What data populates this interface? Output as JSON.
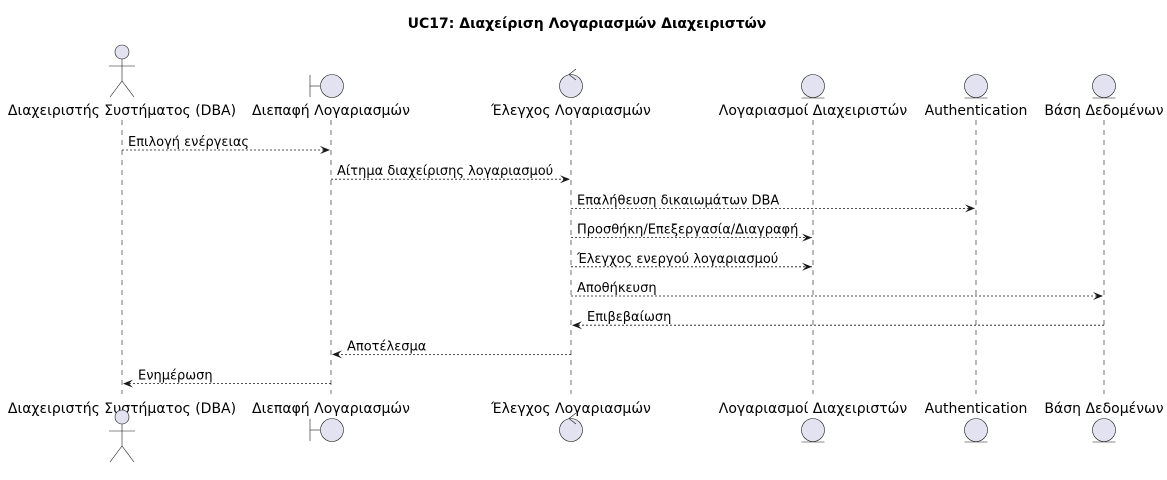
{
  "title": "UC17: Διαχείριση Λογαριασμών Διαχειριστών",
  "participants": [
    {
      "id": "dba",
      "kind": "actor",
      "label": "Διαχειριστής Συστήματος (DBA)"
    },
    {
      "id": "ui",
      "kind": "boundary",
      "label": "Διεπαφή Λογαριασμών"
    },
    {
      "id": "ctrl",
      "kind": "control",
      "label": "Έλεγχος Λογαριασμών"
    },
    {
      "id": "accounts",
      "kind": "entity",
      "label": "Λογαριασμοί Διαχειριστών"
    },
    {
      "id": "auth",
      "kind": "entity",
      "label": "Authentication"
    },
    {
      "id": "db",
      "kind": "entity",
      "label": "Βάση Δεδομένων"
    }
  ],
  "messages": [
    {
      "from": "dba",
      "to": "ui",
      "label": "Επιλογή ενέργειας"
    },
    {
      "from": "ui",
      "to": "ctrl",
      "label": "Αίτημα διαχείρισης λογαριασμού"
    },
    {
      "from": "ctrl",
      "to": "auth",
      "label": "Επαλήθευση δικαιωμάτων DBA"
    },
    {
      "from": "ctrl",
      "to": "accounts",
      "label": "Προσθήκη/Επεξεργασία/Διαγραφή"
    },
    {
      "from": "ctrl",
      "to": "accounts",
      "label": "Έλεγχος ενεργού λογαριασμού"
    },
    {
      "from": "ctrl",
      "to": "db",
      "label": "Αποθήκευση"
    },
    {
      "from": "db",
      "to": "ctrl",
      "label": "Επιβεβαίωση"
    },
    {
      "from": "ctrl",
      "to": "ui",
      "label": "Αποτέλεσμα"
    },
    {
      "from": "ui",
      "to": "dba",
      "label": "Ενημέρωση"
    }
  ]
}
